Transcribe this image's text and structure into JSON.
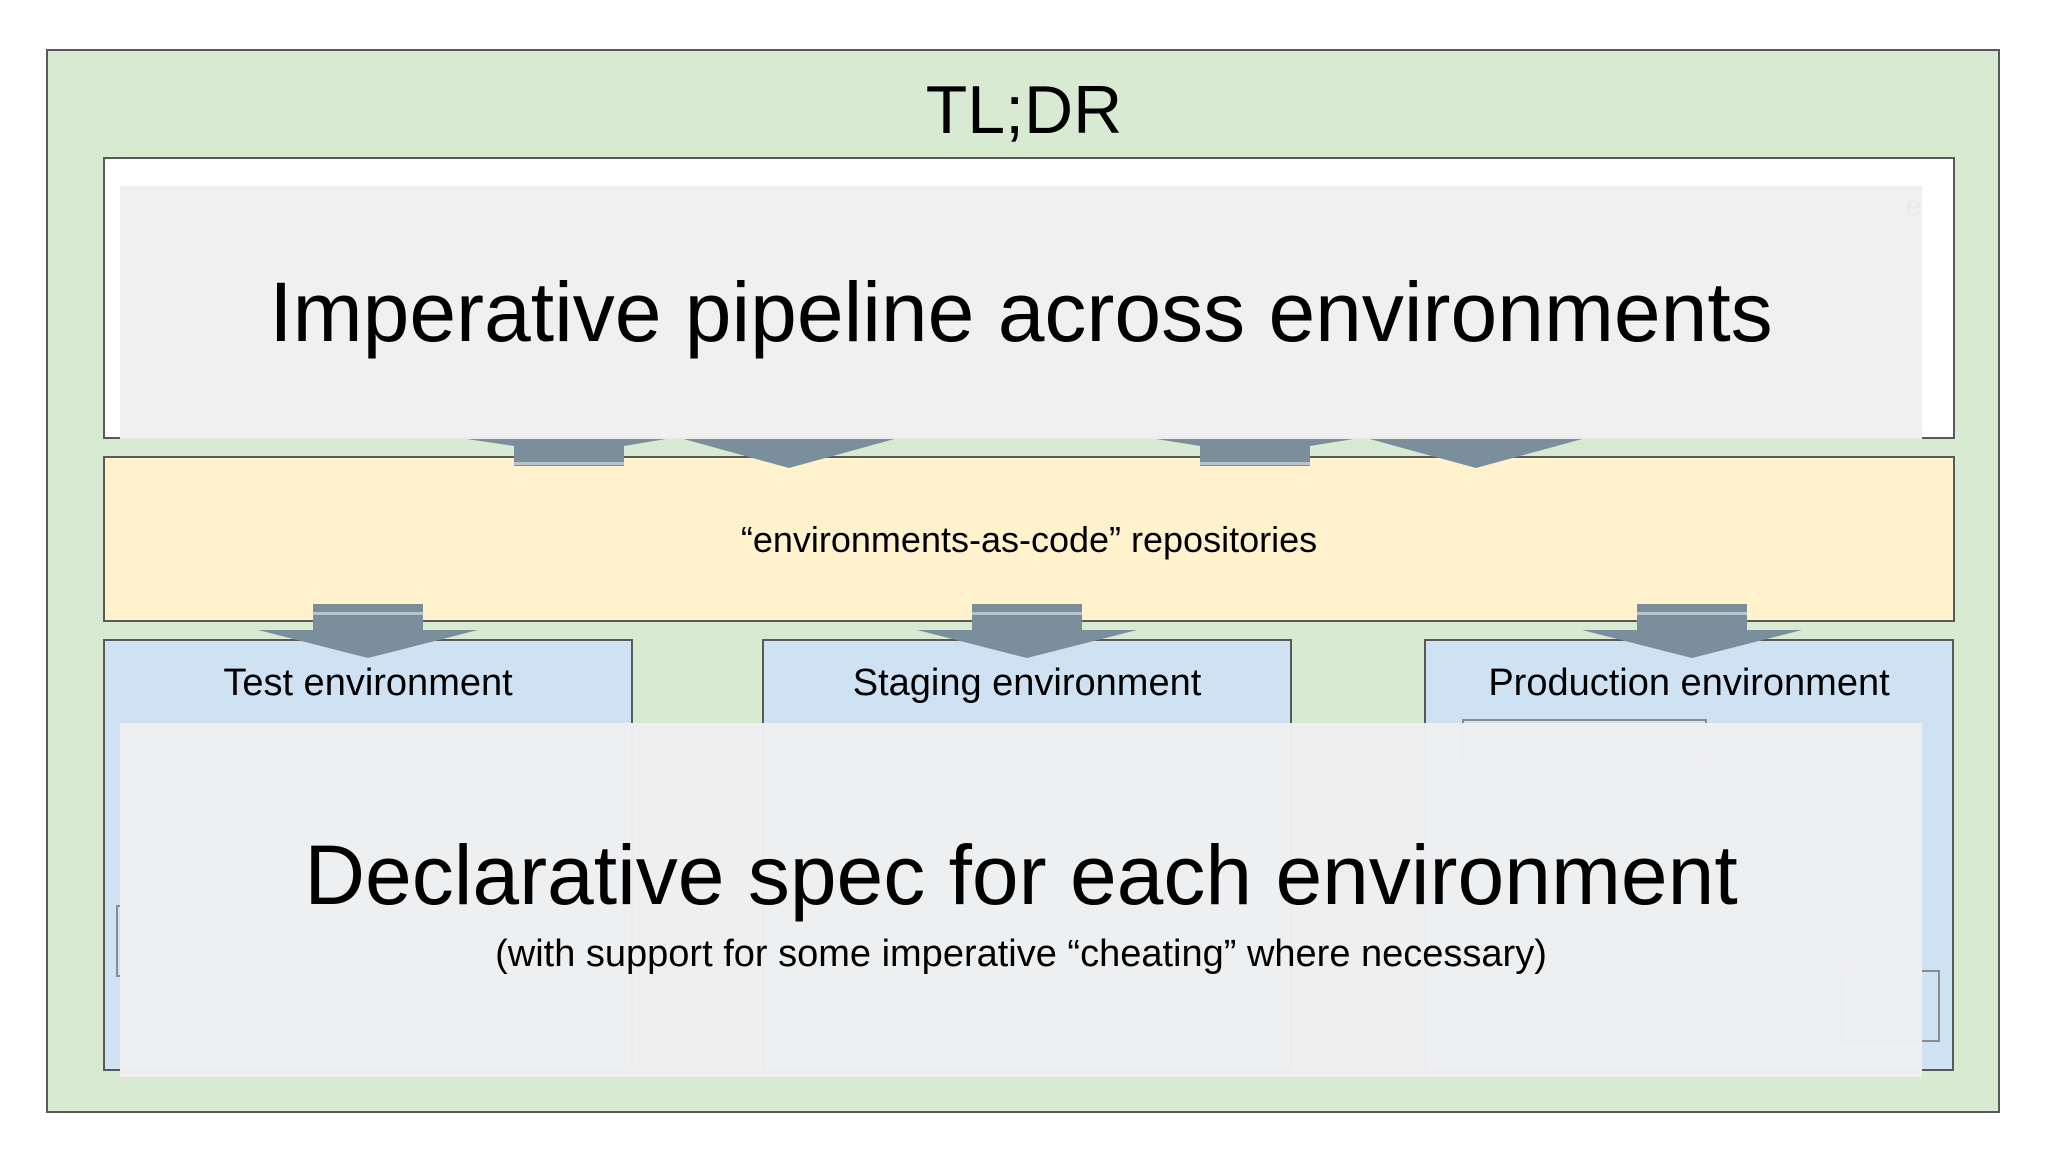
{
  "title": "TL;DR",
  "pipeline": {
    "heading": "Imperative pipeline across environments"
  },
  "repositories": {
    "label": "“environments-as-code” repositories"
  },
  "environments": [
    {
      "label": "Test environment"
    },
    {
      "label": "Staging environment"
    },
    {
      "label": "Production environment"
    }
  ],
  "spec": {
    "heading": "Declarative spec for each environment",
    "subheading": "(with support for some imperative “cheating” where necessary)"
  },
  "stray_glyph": "e",
  "colors": {
    "outer_background": "#d9ead3",
    "repositories_background": "#fff2cc",
    "environment_background": "#cfe2f3",
    "overlay_background": "#efefef",
    "arrow": "#7a8f9b"
  }
}
